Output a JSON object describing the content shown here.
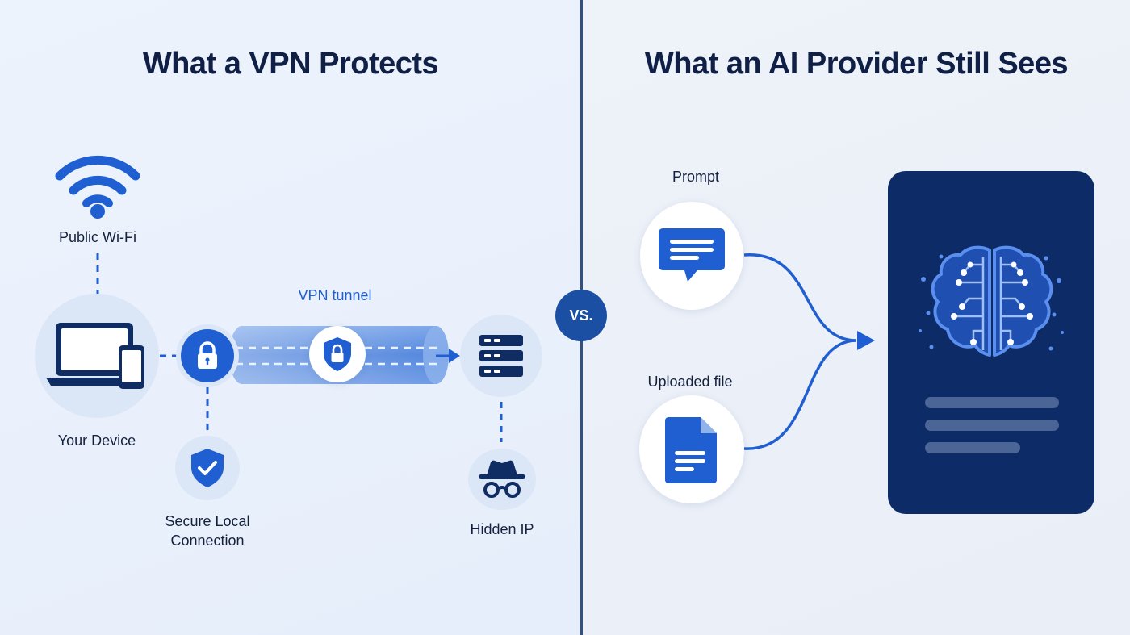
{
  "left_panel": {
    "title": "What a VPN Protects",
    "public_wifi_label": "Public Wi-Fi",
    "device_label": "Your Device",
    "tunnel_label": "VPN tunnel",
    "secure_connection_label_line1": "Secure Local",
    "secure_connection_label_line2": "Connection",
    "hidden_ip_label": "Hidden IP"
  },
  "vs_label": "VS.",
  "right_panel": {
    "title": "What an AI Provider Still Sees",
    "prompt_label": "Prompt",
    "uploaded_file_label": "Uploaded file"
  },
  "icons": {
    "wifi": "wifi-icon",
    "laptop": "laptop-icon",
    "phone": "smartphone-icon",
    "lock": "padlock-icon",
    "shield_lock": "shield-lock-icon",
    "server": "server-icon",
    "shield_check": "shield-check-icon",
    "incognito": "incognito-icon",
    "chat": "chat-bubble-icon",
    "document": "document-icon",
    "brain": "brain-circuit-icon"
  },
  "colors": {
    "accent_blue": "#1f5fd1",
    "dark_navy": "#0d2b66",
    "vs_badge": "#1a4fa3",
    "divider": "#33507f",
    "background": "#eaf1fb"
  }
}
